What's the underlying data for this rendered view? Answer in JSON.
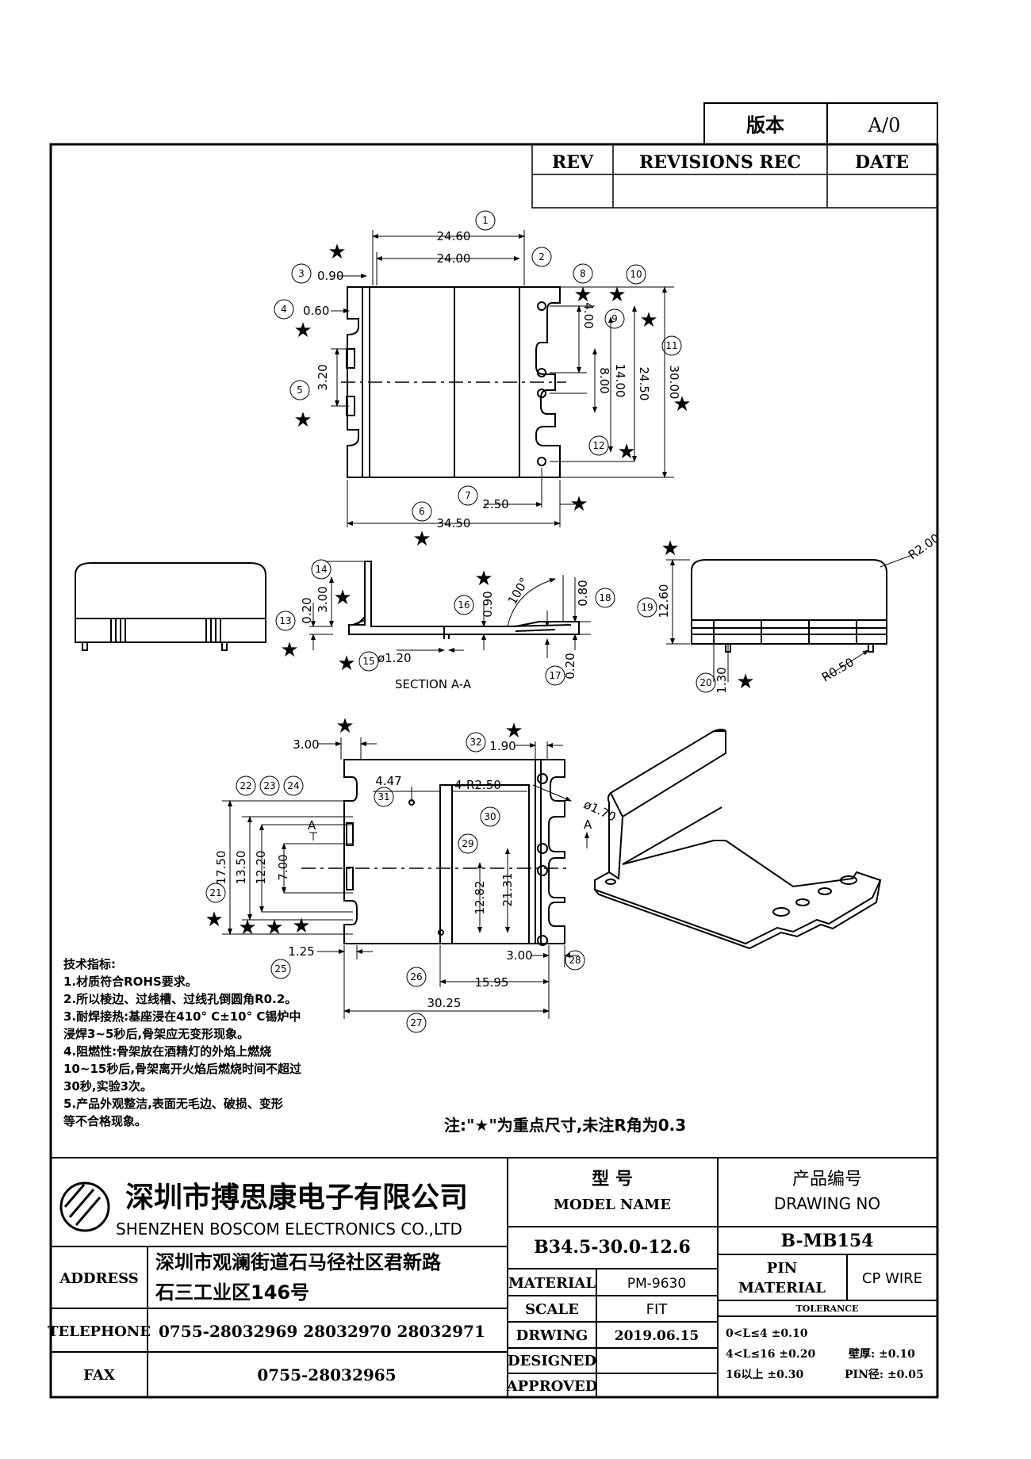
{
  "header": {
    "version_label": "版本",
    "version_value": "A/0",
    "rev_label": "REV",
    "revisions_label": "REVISIONS REC",
    "date_label": "DATE"
  },
  "dimensions": {
    "d_24_60": "24.60",
    "d_24_00": "24.00",
    "d_0_90": "0.90",
    "d_0_60": "0.60",
    "d_3_20": "3.20",
    "d_4_00": "4.00",
    "d_8_00": "8.00",
    "d_14_00": "14.00",
    "d_24_50": "24.50",
    "d_30_00": "30.00",
    "d_2_50": "2.50",
    "d_34_50": "34.50",
    "d_0_20a": "0.20",
    "d_3_00a": "3.00",
    "d_0_90b": "0.90",
    "d_100": "100°",
    "d_0_80": "0.80",
    "d_phi_1_20": "ø1.20",
    "d_0_20b": "0.20",
    "section": "SECTION A-A",
    "d_12_60": "12.60",
    "d_r2_00": "R2.00",
    "d_1_30": "1.30",
    "d_r0_50": "R0.50",
    "d_3_00b": "3.00",
    "d_1_90": "1.90",
    "d_4_47": "4.47",
    "d_4_r2_50": "4-R2.50",
    "d_phi_1_70": "ø1.70",
    "d_17_50": "17.50",
    "d_13_50": "13.50",
    "d_12_20": "12.20",
    "d_7_00": "7.00",
    "d_a_left": "A",
    "d_a_right": "A",
    "d_12_82": "12.82",
    "d_21_31": "21.31",
    "d_1_25": "1.25",
    "d_3_00c": "3.00",
    "d_15_95": "15.95",
    "d_30_25": "30.25"
  },
  "balloons": [
    "1",
    "2",
    "3",
    "4",
    "5",
    "6",
    "7",
    "8",
    "9",
    "10",
    "11",
    "12",
    "13",
    "14",
    "15",
    "16",
    "17",
    "18",
    "19",
    "20",
    "21",
    "22",
    "23",
    "24",
    "25",
    "26",
    "27",
    "28",
    "29",
    "30",
    "31",
    "32"
  ],
  "notes": {
    "title": "技术指标:",
    "n1": "1.材质符合ROHS要求。",
    "n2": "2.所以棱边、过线槽、过线孔倒圆角R0.2。",
    "n3a": "3.耐焊接热:基座浸在410° C±10° C锡炉中",
    "n3b": "浸焊3~5秒后,骨架应无变形现象。",
    "n4a": "4.阻燃性:骨架放在酒精灯的外焰上燃烧",
    "n4b": "10~15秒后,骨架离开火焰后燃烧时间不超过",
    "n4c": "30秒,实验3次。",
    "n5a": "5.产品外观整洁,表面无毛边、破损、变形",
    "n5b": "等不合格现象。"
  },
  "key_note": "注:\"★\"为重点尺寸,未注R角为0.3",
  "title_block": {
    "company_cn": "深圳市搏思康电子有限公司",
    "company_en": "SHENZHEN BOSCOM ELECTRONICS CO.,LTD",
    "model_cn": "型    号",
    "model_en": "MODEL NAME",
    "model_value": "B34.5-30.0-12.6",
    "drawing_cn": "产品编号",
    "drawing_en": "DRAWING NO",
    "drawing_value": "B-MB154",
    "address_label": "ADDRESS",
    "address_line1": "深圳市观澜街道石马径社区君新路",
    "address_line2": "石三工业区146号",
    "telephone_label": "TELEPHONE",
    "telephone_value": "0755-28032969 28032970 28032971",
    "fax_label": "FAX",
    "fax_value": "0755-28032965",
    "material_label": "MATERIAL",
    "material_value": "PM-9630",
    "scale_label": "SCALE",
    "scale_value": "FIT",
    "drwing_label": "DRWING",
    "drwing_value": "2019.06.15",
    "designed_label": "DESIGNED",
    "approved_label": "APPROVED",
    "pin_label": "PIN",
    "pin_material_label": "MATERIAL",
    "pin_value": "CP WIRE",
    "tolerance_label": "TOLERANCE",
    "tol1": "0<L≤4  ±0.10",
    "tol2": "4<L≤16  ±0.20",
    "tol2b": "壁厚:  ±0.10",
    "tol3": "16以上      ±0.30",
    "tol3b": "PIN径: ±0.05"
  }
}
